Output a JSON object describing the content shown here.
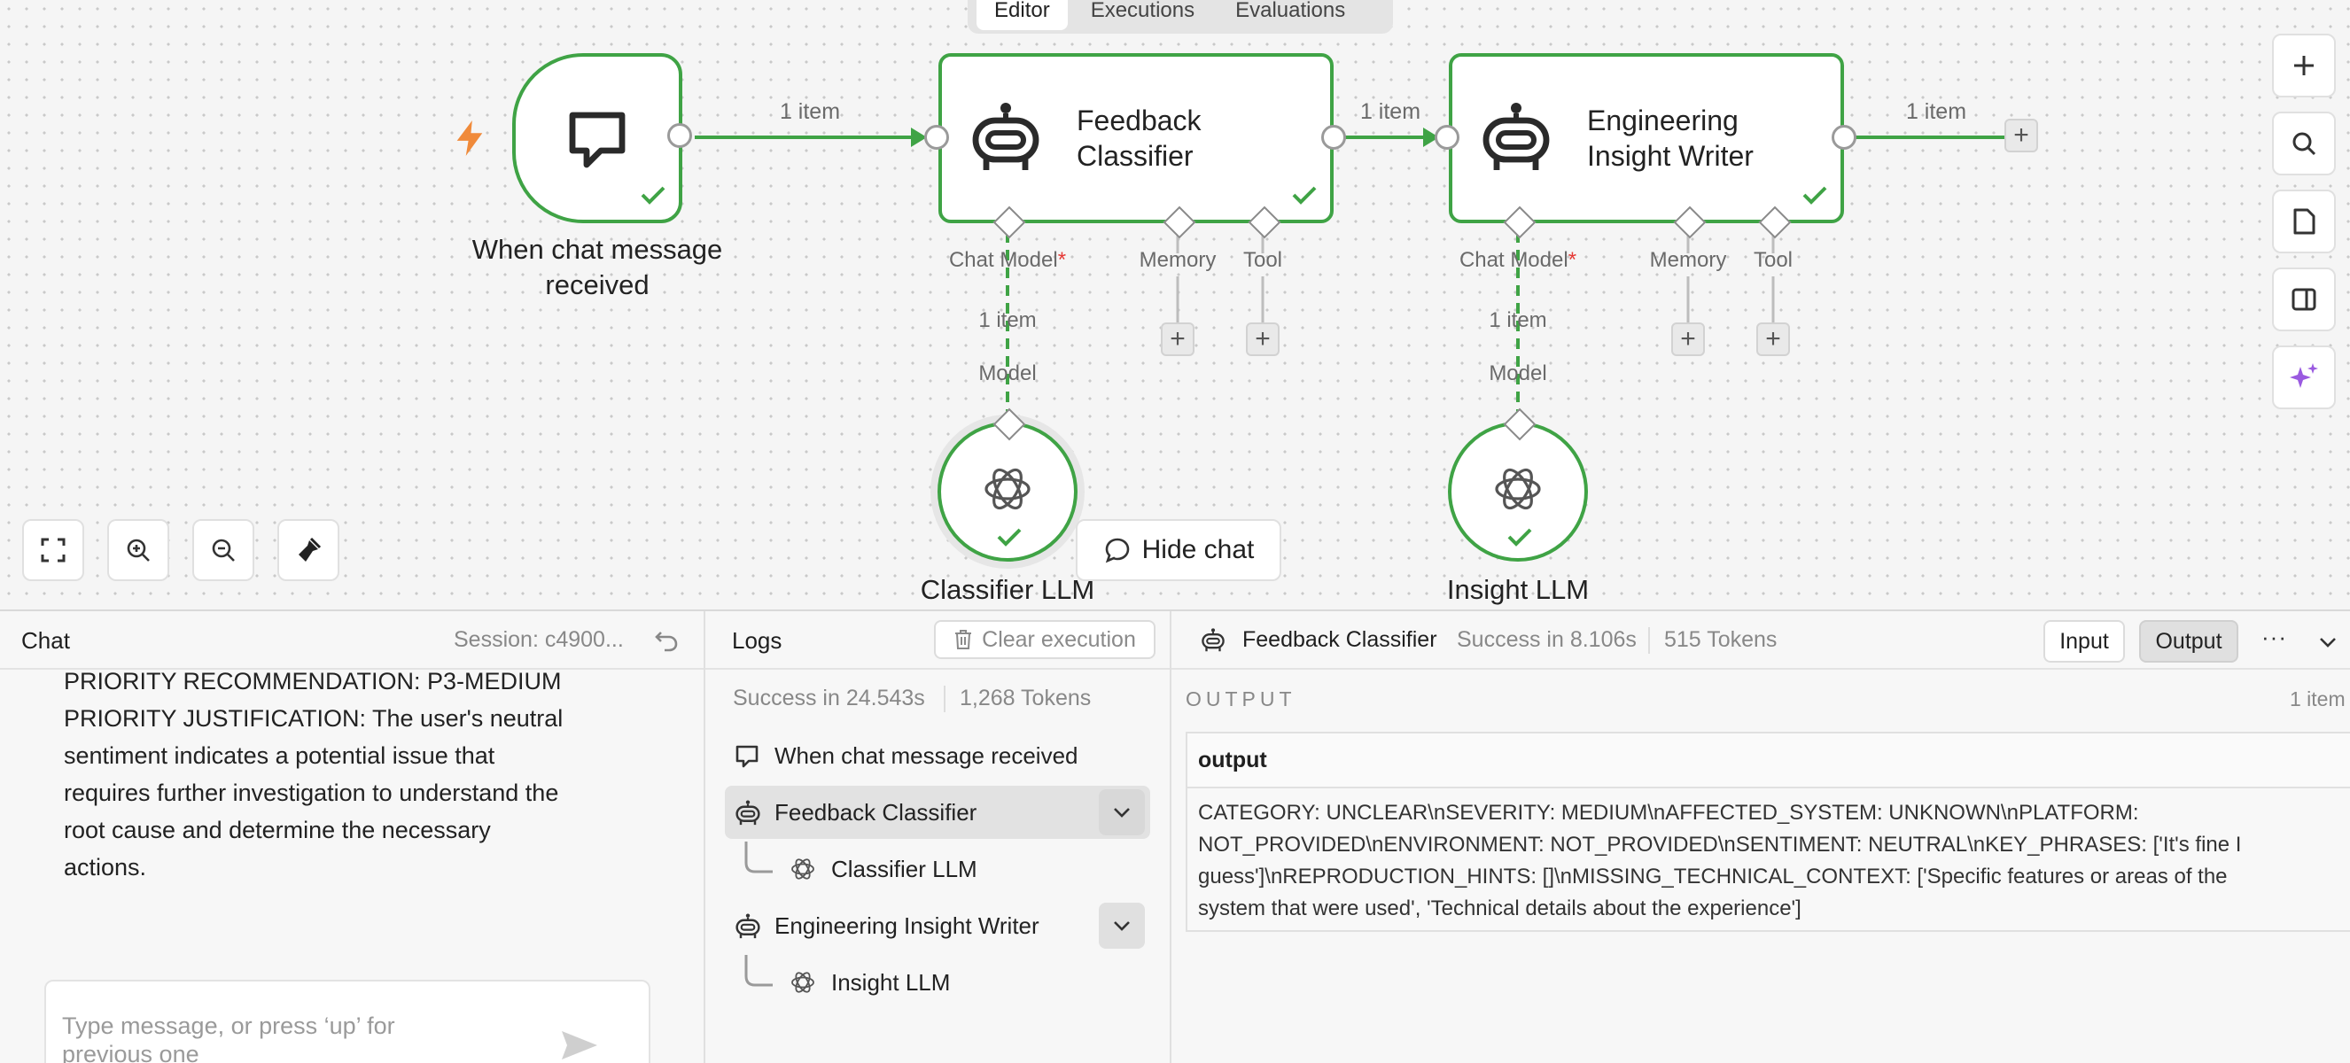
{
  "tabs": {
    "editor": "Editor",
    "executions": "Executions",
    "evaluations": "Evaluations"
  },
  "trigger_node": {
    "label": "When chat message received"
  },
  "feedback_classifier": {
    "title_line1": "Feedback",
    "title_line2": "Classifier",
    "chat_model": "Chat Model",
    "memory": "Memory",
    "tool": "Tool",
    "items": "1 item",
    "model": "Model"
  },
  "insight_writer": {
    "title_line1": "Engineering",
    "title_line2": "Insight Writer",
    "chat_model": "Chat Model",
    "memory": "Memory",
    "tool": "Tool",
    "items": "1 item",
    "model": "Model"
  },
  "connections": {
    "c1": "1 item",
    "c2": "1 item",
    "c3": "1 item"
  },
  "classifier_llm": {
    "label": "Classifier LLM"
  },
  "insight_llm": {
    "label": "Insight LLM"
  },
  "canvas_controls": {
    "hide_chat": "Hide chat"
  },
  "chat_panel": {
    "title": "Chat",
    "session": "Session: c4900...",
    "message_lines": [
      "PRIORITY RECOMMENDATION: P3-MEDIUM",
      "PRIORITY JUSTIFICATION: The user's neutral",
      "sentiment indicates a potential issue that",
      "requires further investigation to understand the",
      "root cause and determine the necessary",
      "actions."
    ],
    "input_placeholder_line1": "Type message, or press ‘up’ for",
    "input_placeholder_line2": "previous one"
  },
  "logs_panel": {
    "title": "Logs",
    "clear_execution": "Clear execution",
    "status": "Success in 24.543s",
    "tokens": "1,268 Tokens",
    "items": [
      {
        "label": "When chat message received"
      },
      {
        "label": "Feedback Classifier"
      },
      {
        "label": "Classifier LLM"
      },
      {
        "label": "Engineering Insight Writer"
      },
      {
        "label": "Insight LLM"
      }
    ]
  },
  "output_panel": {
    "node_name": "Feedback Classifier",
    "status": "Success in 8.106s",
    "tokens": "515 Tokens",
    "input_btn": "Input",
    "output_btn": "Output",
    "section_title": "OUTPUT",
    "item_count": "1 item",
    "field_name": "output",
    "value_lines": [
      "CATEGORY: UNCLEAR\\nSEVERITY: MEDIUM\\nAFFECTED_SYSTEM: UNKNOWN\\nPLATFORM:",
      "NOT_PROVIDED\\nENVIRONMENT: NOT_PROVIDED\\nSENTIMENT: NEUTRAL\\nKEY_PHRASES: ['It's fine I",
      "guess']\\nREPRODUCTION_HINTS: []\\nMISSING_TECHNICAL_CONTEXT: ['Specific features or areas of the",
      "system that were used', 'Technical details about the experience']"
    ]
  },
  "colors": {
    "success_green": "#3fa345",
    "trigger_orange": "#f08a3a",
    "ai_purple": "#9a5ae0"
  }
}
